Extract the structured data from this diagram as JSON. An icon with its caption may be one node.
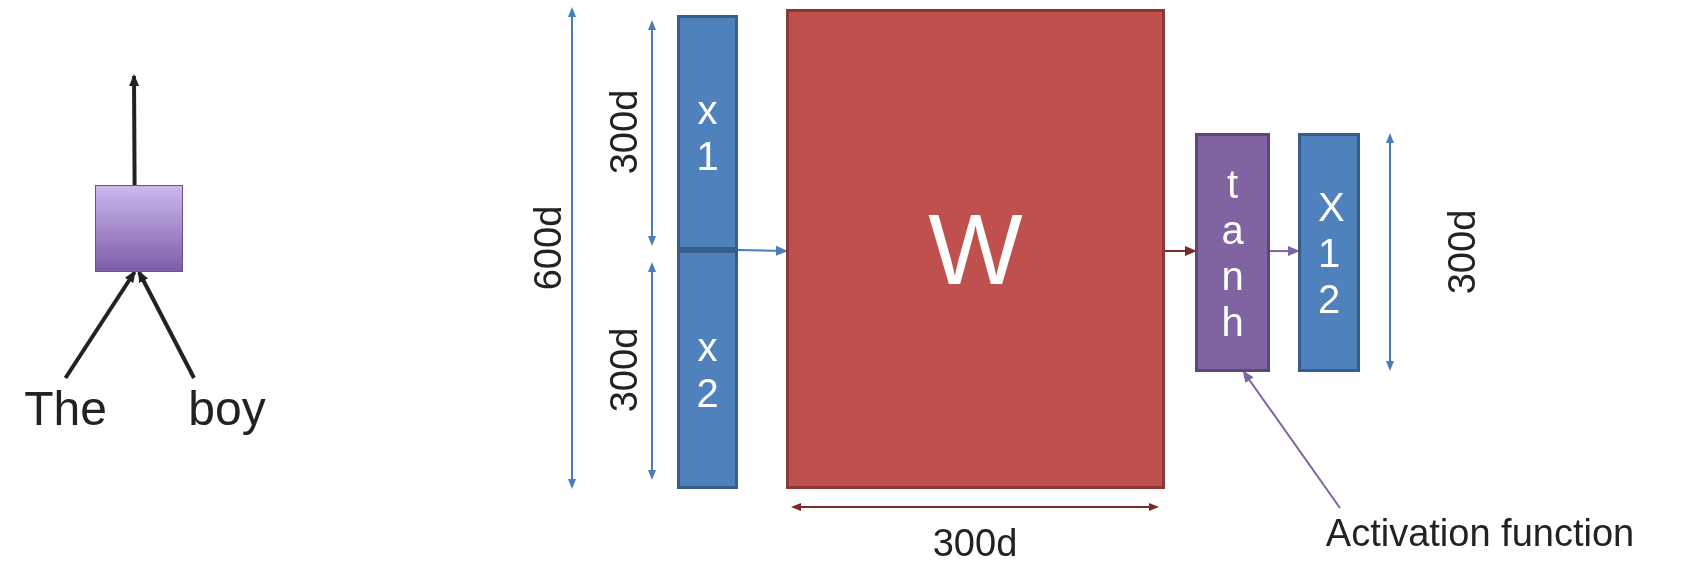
{
  "diagram": {
    "nodes": [
      {
        "text": [
          "The"
        ]
      },
      {
        "text": [
          "boy"
        ]
      },
      {
        "text": [],
        "shape": "box"
      },
      {
        "text": [
          "x1"
        ]
      },
      {
        "text": [
          "x2"
        ]
      },
      {
        "text": [
          "W"
        ]
      },
      {
        "text": [
          "tanh"
        ]
      },
      {
        "text": [
          "X12"
        ]
      },
      {
        "text": [
          "Activation function"
        ]
      }
    ],
    "edges": [
      {
        "from": 0,
        "to": 2,
        "arrow": "to"
      },
      {
        "from": 1,
        "to": 2,
        "arrow": "to"
      },
      {
        "from": 2,
        "to": null,
        "arrow": "to"
      },
      {
        "from": 3,
        "to": 5,
        "arrow": "to",
        "color": "#4a7ebb"
      },
      {
        "from": 5,
        "to": 6,
        "arrow": "to",
        "color": "#7b2a26"
      },
      {
        "from": 6,
        "to": 7,
        "arrow": "to",
        "color": "#8064a2"
      },
      {
        "from": 8,
        "to": 6,
        "arrow": "to",
        "color": "#8064a2"
      }
    ],
    "labels": [
      "600d",
      "300d",
      "300d",
      "300d",
      "300d"
    ]
  }
}
